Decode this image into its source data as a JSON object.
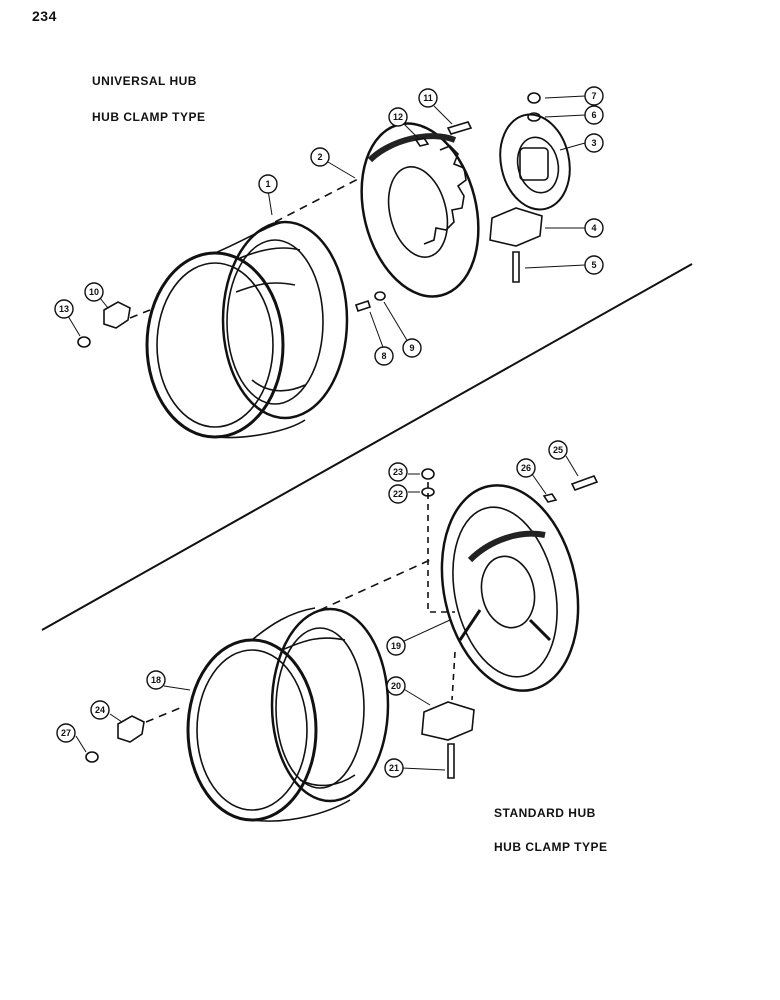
{
  "page_number": "234",
  "upper_section": {
    "title": "UNIVERSAL HUB",
    "subtitle": "HUB CLAMP TYPE"
  },
  "lower_section": {
    "title": "STANDARD HUB",
    "subtitle": "HUB CLAMP TYPE"
  },
  "callouts": [
    "1",
    "2",
    "3",
    "4",
    "5",
    "6",
    "7",
    "8",
    "9",
    "10",
    "11",
    "12",
    "13",
    "18",
    "19",
    "20",
    "21",
    "22",
    "23",
    "24",
    "25",
    "26",
    "27"
  ],
  "colors": {
    "ink": "#111111",
    "paper": "#ffffff"
  }
}
